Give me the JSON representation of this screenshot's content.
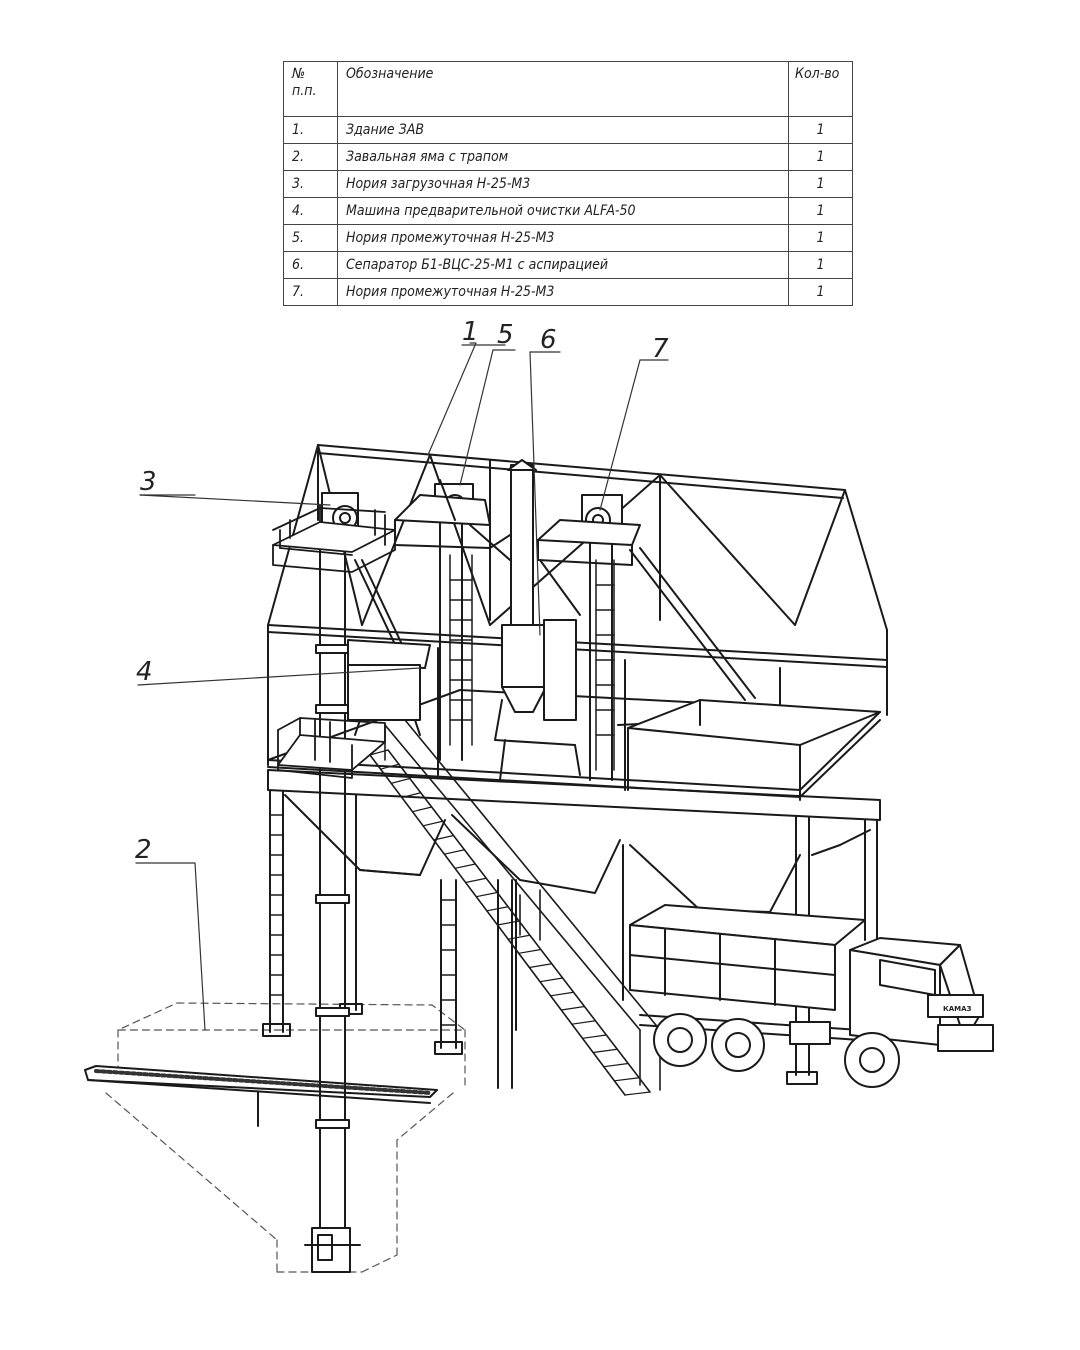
{
  "table": {
    "headers": {
      "num": "№ п.п.",
      "name": "Обозначение",
      "qty": "Кол-во"
    },
    "rows": [
      {
        "num": "1.",
        "name": "Здание ЗАВ",
        "qty": "1"
      },
      {
        "num": "2.",
        "name": "Завальная яма с трапом",
        "qty": "1"
      },
      {
        "num": "3.",
        "name": "Нория загрузочная Н-25-М3",
        "qty": "1"
      },
      {
        "num": "4.",
        "name": "Машина предварительной очистки ALFA-50",
        "qty": "1"
      },
      {
        "num": "5.",
        "name": "Нория промежуточная Н-25-М3",
        "qty": "1"
      },
      {
        "num": "6.",
        "name": "Сепаратор Б1-ВЦС-25-М1 с аспирацией",
        "qty": "1"
      },
      {
        "num": "7.",
        "name": "Нория промежуточная Н-25-М3",
        "qty": "1"
      }
    ]
  },
  "callouts": {
    "c1": "1",
    "c2": "2",
    "c3": "3",
    "c4": "4",
    "c5": "5",
    "c6": "6",
    "c7": "7"
  },
  "truck_badge": "КАМАЗ"
}
